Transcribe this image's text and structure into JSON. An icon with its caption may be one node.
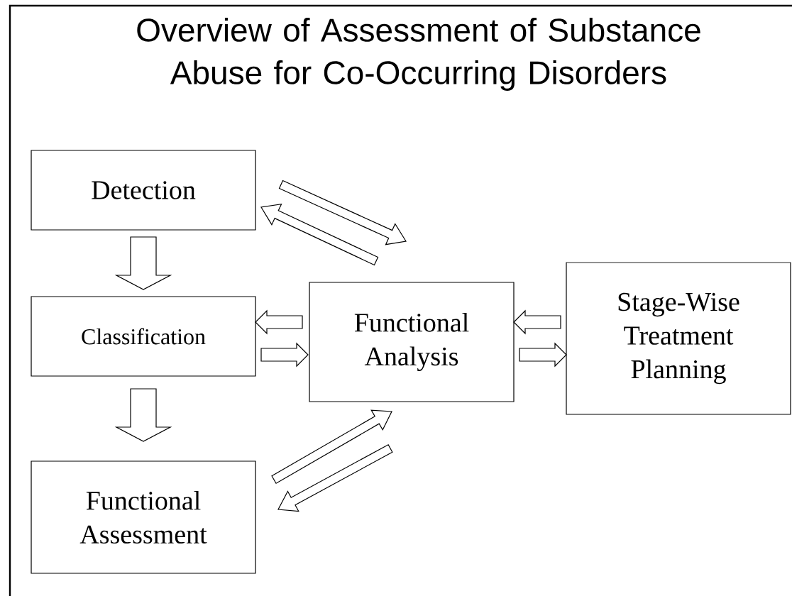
{
  "diagram": {
    "title": "Overview of Assessment of Substance Abuse for Co-Occurring Disorders",
    "nodes": [
      {
        "text": [
          "Detection"
        ]
      },
      {
        "text": [
          "Classification"
        ]
      },
      {
        "text": [
          "Functional Assessment"
        ]
      },
      {
        "text": [
          "Functional Analysis"
        ]
      },
      {
        "text": [
          "Stage-Wise Treatment Planning"
        ]
      }
    ],
    "edges": [
      {
        "from": 0,
        "to": 3,
        "arrow": "to"
      },
      {
        "from": 3,
        "to": 0,
        "arrow": "to"
      },
      {
        "from": 0,
        "to": 1,
        "arrow": "to"
      },
      {
        "from": 1,
        "to": 2,
        "arrow": "to"
      },
      {
        "from": 3,
        "to": 1,
        "arrow": "to"
      },
      {
        "from": 1,
        "to": 3,
        "arrow": "to"
      },
      {
        "from": 4,
        "to": 3,
        "arrow": "to"
      },
      {
        "from": 3,
        "to": 4,
        "arrow": "to"
      },
      {
        "from": 2,
        "to": 3,
        "arrow": "to"
      },
      {
        "from": 3,
        "to": 2,
        "arrow": "to"
      }
    ]
  }
}
